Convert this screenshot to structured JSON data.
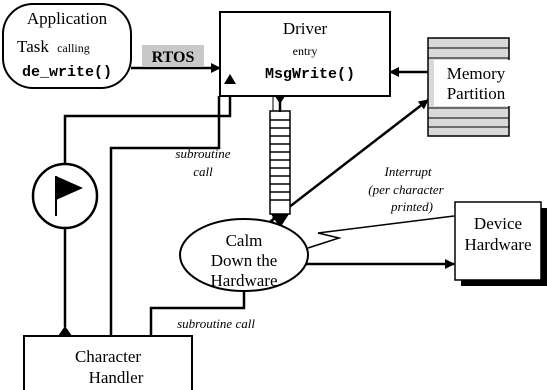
{
  "app_task": {
    "line1": "Application",
    "line2_main": "Task",
    "line2_small": "calling",
    "line3": "de_write()"
  },
  "rtos": "RTOS",
  "driver": {
    "title": "Driver",
    "entry": "entry",
    "func": "MsgWrite()"
  },
  "memory": {
    "line1": "Memory",
    "line2": "Partition"
  },
  "interrupt": {
    "line1": "Interrupt",
    "line2": "(per character",
    "line3": "printed)"
  },
  "calm": {
    "line1": "Calm",
    "line2": "Down the",
    "line3": "Hardware"
  },
  "device": {
    "line1": "Device",
    "line2": "Hardware"
  },
  "char_handler": {
    "line1": "Character",
    "line2": "Handler"
  },
  "labels": {
    "subroutine_call_upper_1": "subroutine",
    "subroutine_call_upper_2": "call",
    "subroutine_call_lower": "subroutine call"
  },
  "colors": {
    "line": "#000000",
    "rtos_bg": "#c8c8c8",
    "memory_fill": "#d9d9d9"
  }
}
